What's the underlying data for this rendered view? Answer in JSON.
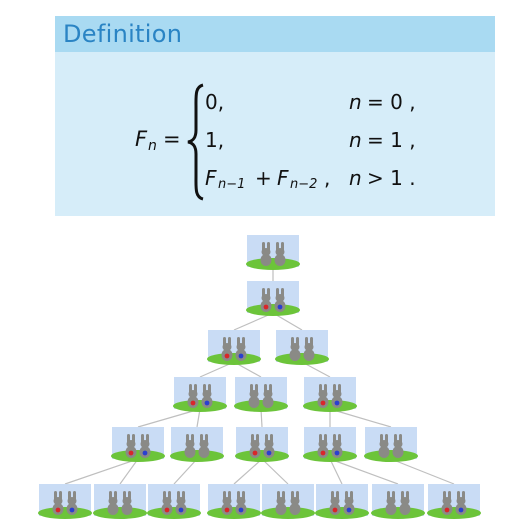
{
  "definition": {
    "title": "Definition",
    "lhs": "F",
    "lhs_sub": "n",
    "equals": "=",
    "cases": [
      {
        "value": "0,",
        "cond_var": "n",
        "cond_op": "= 0 ,"
      },
      {
        "value": "1,",
        "cond_var": "n",
        "cond_op": "= 1 ,"
      },
      {
        "value_f1": "F",
        "value_f1_sub": "n−1",
        "value_plus": "+",
        "value_f2": "F",
        "value_f2_sub": "n−2",
        "value_comma": ",",
        "cond_var": "n",
        "cond_op": "> 1 ."
      }
    ]
  },
  "tree": {
    "levels": [
      [
        {
          "pair": "young"
        }
      ],
      [
        {
          "pair": "adult"
        }
      ],
      [
        {
          "pair": "adult"
        },
        {
          "pair": "young"
        }
      ],
      [
        {
          "pair": "adult"
        },
        {
          "pair": "young"
        },
        {
          "pair": "adult"
        }
      ],
      [
        {
          "pair": "adult"
        },
        {
          "pair": "young"
        },
        {
          "pair": "adult"
        },
        {
          "pair": "adult"
        },
        {
          "pair": "young"
        }
      ],
      [
        {
          "pair": "adult"
        },
        {
          "pair": "young"
        },
        {
          "pair": "adult"
        },
        {
          "pair": "adult"
        },
        {
          "pair": "young"
        },
        {
          "pair": "adult"
        },
        {
          "pair": "young"
        },
        {
          "pair": "adult"
        }
      ]
    ],
    "colors": {
      "sky": "#c9dcf5",
      "grass": "#6cc43a",
      "bunny": "#8a8a86",
      "dot_red": "#d8262a",
      "dot_blue": "#2a3fd0",
      "edge": "#bfbfbf"
    }
  }
}
